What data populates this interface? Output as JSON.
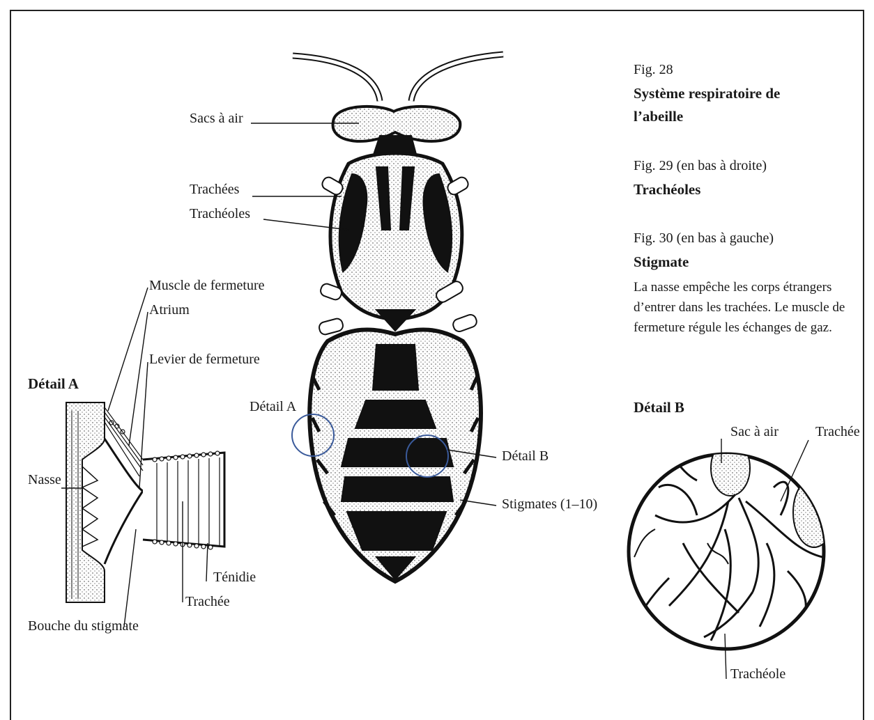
{
  "captions": {
    "fig28_num": "Fig. 28",
    "fig28_title_1": "Système respiratoire de",
    "fig28_title_2": "l’abeille",
    "fig29_num": "Fig. 29 (en bas à droite)",
    "fig29_title": "Trachéoles",
    "fig30_num": "Fig. 30 (en bas à gauche)",
    "fig30_title": "Stigmate",
    "fig30_text": "La nasse empêche les corps étrangers d’entrer dans les trachées. Le muscle de fermeture régule les échanges de gaz."
  },
  "bee_labels": {
    "sacs_air": "Sacs à air",
    "trachees": "Trachées",
    "tracheoles": "Trachéoles",
    "detail_a": "Détail A",
    "detail_b": "Détail B",
    "stigmates": "Stigmates (1–10)"
  },
  "detail_a": {
    "title": "Détail A",
    "muscle": "Muscle de fermeture",
    "atrium": "Atrium",
    "levier": "Levier de fermeture",
    "nasse": "Nasse",
    "tenidie": "Ténidie",
    "trachee": "Trachée",
    "bouche": "Bouche du stigmate"
  },
  "detail_b": {
    "title": "Détail B",
    "sac_air": "Sac à air",
    "trachee": "Trachée",
    "tracheole": "Trachéole"
  },
  "colors": {
    "ink": "#1a1a1a",
    "detail_circle": "#3a5a9a"
  }
}
